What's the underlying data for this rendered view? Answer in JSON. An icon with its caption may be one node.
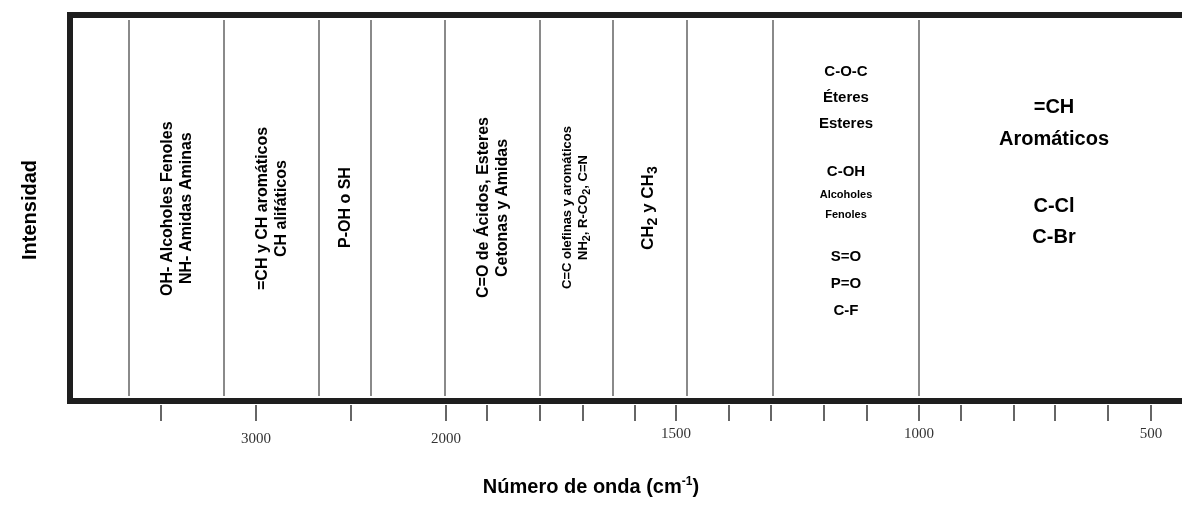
{
  "diagram": {
    "nodes": [
      {
        "text": [],
        "shape": "box"
      },
      {
        "text": [
          "OH- Alcoholes Fenoles NH- Amidas Aminas"
        ],
        "in": 0
      },
      {
        "text": [
          "=CH y CH aromáticos CH alifáticos"
        ],
        "in": 0
      },
      {
        "text": [
          "P-OH o SH"
        ],
        "in": 0
      },
      {
        "text": [],
        "shape": "box",
        "in": 0
      },
      {
        "text": [
          "C=O de Ácidos, Esteres Cetonas y Amidas"
        ],
        "in": 0
      },
      {
        "text": [
          "C=C olefinas y aromáticos NH$_{2}$, R-CO$_{2}$, C=N"
        ],
        "in": 0
      },
      {
        "text": [
          "CH$_{2}$ y CH$_{3}$"
        ],
        "in": 0
      },
      {
        "text": [],
        "shape": "box",
        "in": 0
      },
      {
        "text": [
          "C-O-C Éteres Esteres",
          "C-OH",
          "Alcoholes Fenoles",
          "S=O P=O C-F"
        ],
        "in": 0
      },
      {
        "text": [
          "=CH Aromáticos",
          "C-Cl C-Br"
        ],
        "in": 0
      }
    ],
    "labels": [
      "Intensidad",
      "3000",
      "2000",
      "1500",
      "1000",
      "500",
      "Número de onda (cm$^{-1}$)"
    ]
  }
}
